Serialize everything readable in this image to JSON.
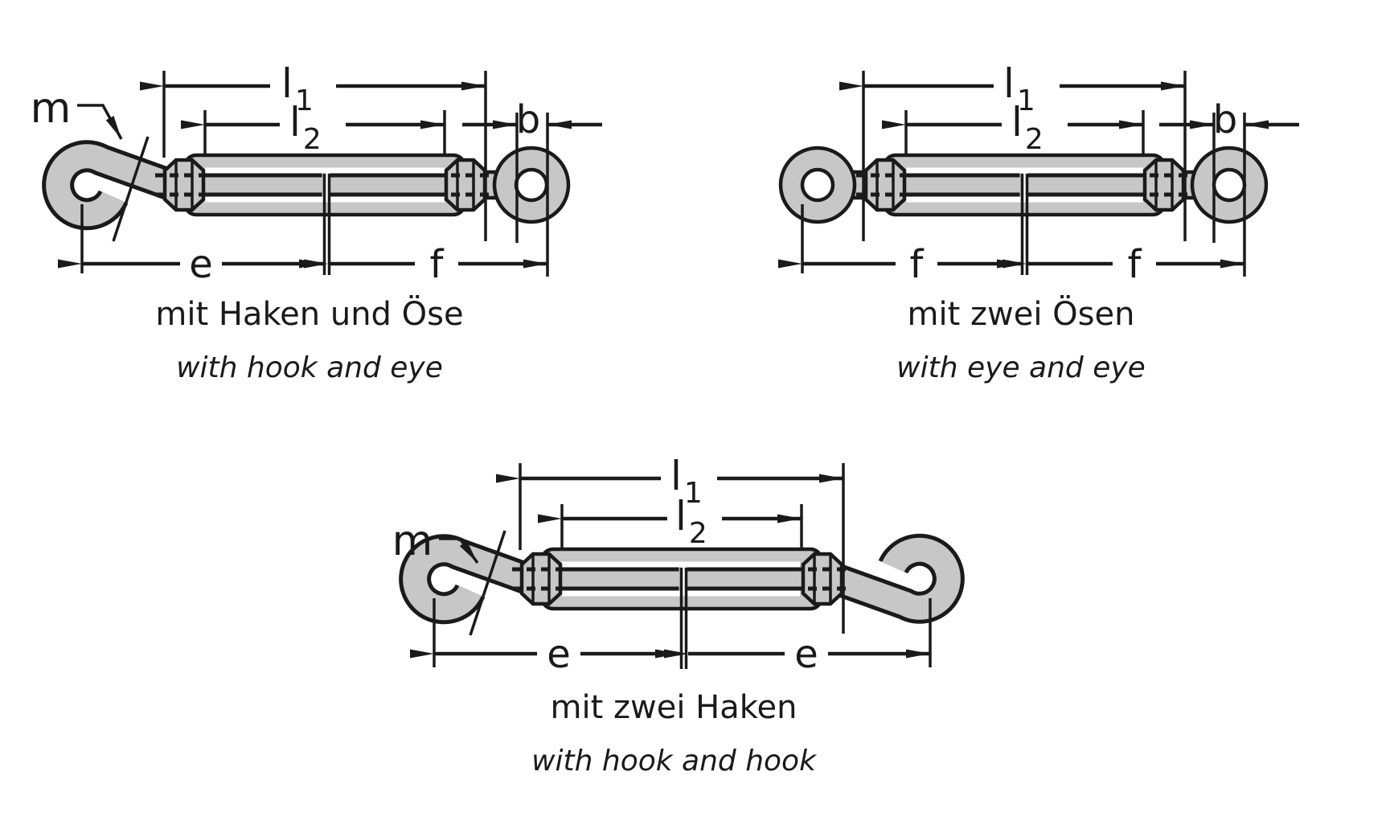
{
  "drawing": {
    "type": "technical-drawing",
    "subject": "turnbuckle variants with dimension callouts"
  },
  "colors": {
    "background": "#ffffff",
    "part_fill": "#c7c7c7",
    "line": "#1a1a1a"
  },
  "labels": {
    "l1": {
      "base": "l",
      "sub": "1"
    },
    "l2": {
      "base": "l",
      "sub": "2"
    },
    "b": "b",
    "e": "e",
    "f": "f",
    "m": "m"
  },
  "diagrams": [
    {
      "id": "hook-and-eye",
      "caption_de": "mit Haken und Öse",
      "caption_en": "with hook and eye",
      "left_end": "hook",
      "right_end": "eye",
      "dimensions_shown": [
        "l1",
        "l2",
        "b",
        "e",
        "f",
        "m"
      ]
    },
    {
      "id": "eye-and-eye",
      "caption_de": "mit zwei Ösen",
      "caption_en": "with eye and eye",
      "left_end": "eye",
      "right_end": "eye",
      "dimensions_shown": [
        "l1",
        "l2",
        "b",
        "f",
        "f"
      ]
    },
    {
      "id": "hook-and-hook",
      "caption_de": "mit zwei Haken",
      "caption_en": "with hook and hook",
      "left_end": "hook",
      "right_end": "hook",
      "dimensions_shown": [
        "l1",
        "l2",
        "e",
        "e",
        "m"
      ]
    }
  ]
}
